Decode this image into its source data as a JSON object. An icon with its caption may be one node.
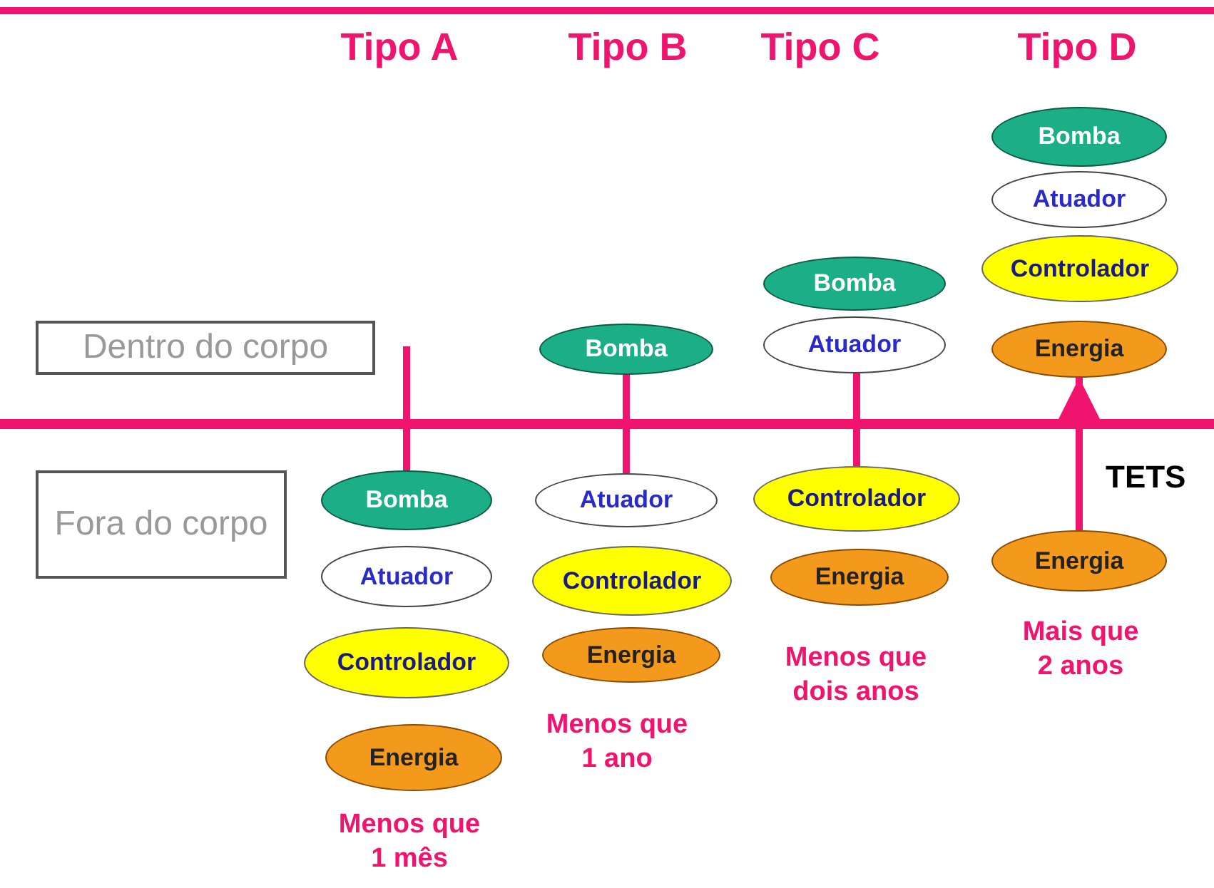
{
  "diagram": {
    "nodes": [
      {
        "text": [
          "Dentro do corpo"
        ]
      },
      {
        "text": [
          "Fora do corpo"
        ]
      },
      {
        "text": [
          "Bomba"
        ]
      },
      {
        "text": [
          "Atuador"
        ]
      },
      {
        "text": [
          "Controlador"
        ]
      },
      {
        "text": [
          "Energia"
        ]
      },
      {
        "text": [
          "Bomba"
        ]
      },
      {
        "text": [
          "Atuador"
        ]
      },
      {
        "text": [
          "Controlador"
        ]
      },
      {
        "text": [
          "Energia"
        ]
      },
      {
        "text": [
          "Bomba"
        ]
      },
      {
        "text": [
          "Atuador"
        ]
      },
      {
        "text": [
          "Controlador"
        ]
      },
      {
        "text": [
          "Energia"
        ]
      },
      {
        "text": [
          "Bomba"
        ]
      },
      {
        "text": [
          "Atuador"
        ]
      },
      {
        "text": [
          "Controlador"
        ]
      },
      {
        "text": [
          "Energia"
        ]
      },
      {
        "text": [
          "Energia"
        ]
      }
    ],
    "edges": [
      {
        "from": null,
        "to": 2,
        "arrow": "none"
      },
      {
        "from": 6,
        "to": 7,
        "arrow": "none"
      },
      {
        "from": 11,
        "to": 12,
        "arrow": "none"
      },
      {
        "from": 18,
        "to": 17,
        "arrow": "to",
        "label": "TETS"
      }
    ],
    "labels": [
      "Tipo A",
      "Tipo B",
      "Tipo C",
      "Tipo D",
      "Menos que 1 mês",
      "Menos que 1 ano",
      "Menos que dois anos",
      "Mais que 2 anos"
    ]
  }
}
